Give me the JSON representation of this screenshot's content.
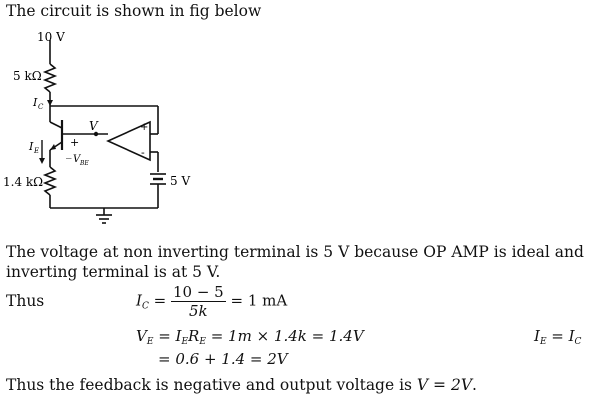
{
  "intro": "The circuit is shown in fig below",
  "circuit": {
    "supply_label": "10 V",
    "rc_label": "5 kΩ",
    "re_label": "1.4 kΩ",
    "battery_label": "5 V",
    "node_v": "V",
    "ic": "I",
    "ic_sub": "C",
    "ie": "I",
    "ie_sub": "E",
    "vbe": "V",
    "vbe_sub": "BE",
    "plus": "+",
    "minus": "_",
    "opamp_plus": "+",
    "opamp_minus": "-"
  },
  "para1_line1": "The voltage at non inverting terminal is 5 V because OP AMP is ideal and",
  "para1_line2": "inverting terminal is at 5 V.",
  "thus": "Thus",
  "eq1": {
    "lhs": "I",
    "lhs_sub": "C",
    "eq": "=",
    "num": "10 − 5",
    "den": "5k",
    "rhs": "= 1 mA"
  },
  "eq2": {
    "lhs": "V",
    "lhs_sub": "E",
    "mid": "= I",
    "mid_sub": "E",
    "mid2": "R",
    "mid2_sub": "E",
    "rhs": "= 1m × 1.4k = 1.4V"
  },
  "eq3": "= 0.6 + 1.4 = 2V",
  "side_eq": {
    "a": "I",
    "a_sub": "E",
    "eq": " = I",
    "b_sub": "C"
  },
  "conclusion_pre": "Thus the feedback is negative and output voltage is ",
  "conclusion_math": "V = 2V",
  "conclusion_end": "."
}
